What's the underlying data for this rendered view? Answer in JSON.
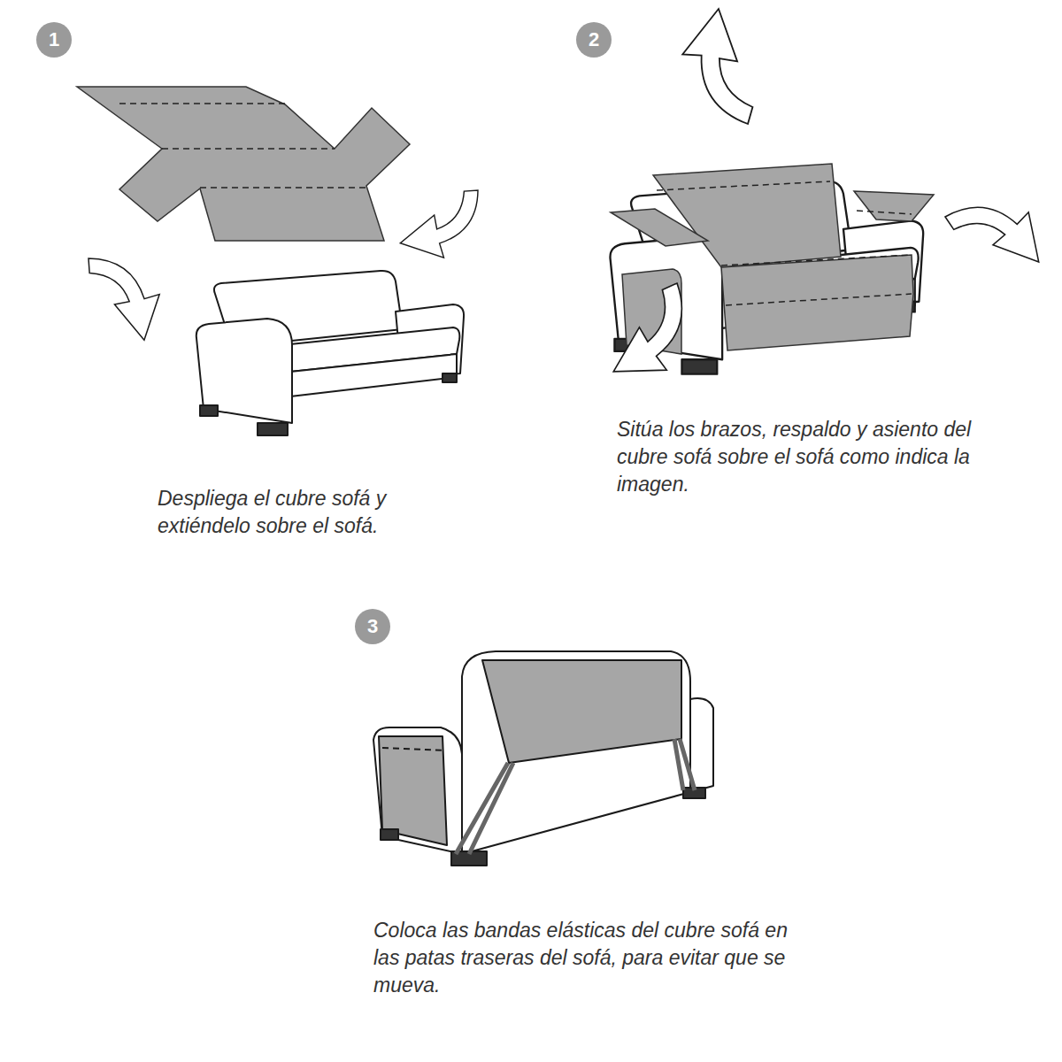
{
  "diagram": {
    "nodes": [
      {
        "text": [
          "1"
        ]
      },
      {
        "text": [
          "2"
        ]
      },
      {
        "text": [
          "3"
        ]
      }
    ],
    "labels": [
      "Despliega el cubre sofá y extiéndelo sobre el sofá.",
      "Sitúa los brazos, respaldo y asiento del cubre sofá sobre el sofá como indica la imagen.",
      "Coloca las bandas elásticas del cubre sofá en las patas traseras del sofá, para evitar que se mueva."
    ]
  }
}
